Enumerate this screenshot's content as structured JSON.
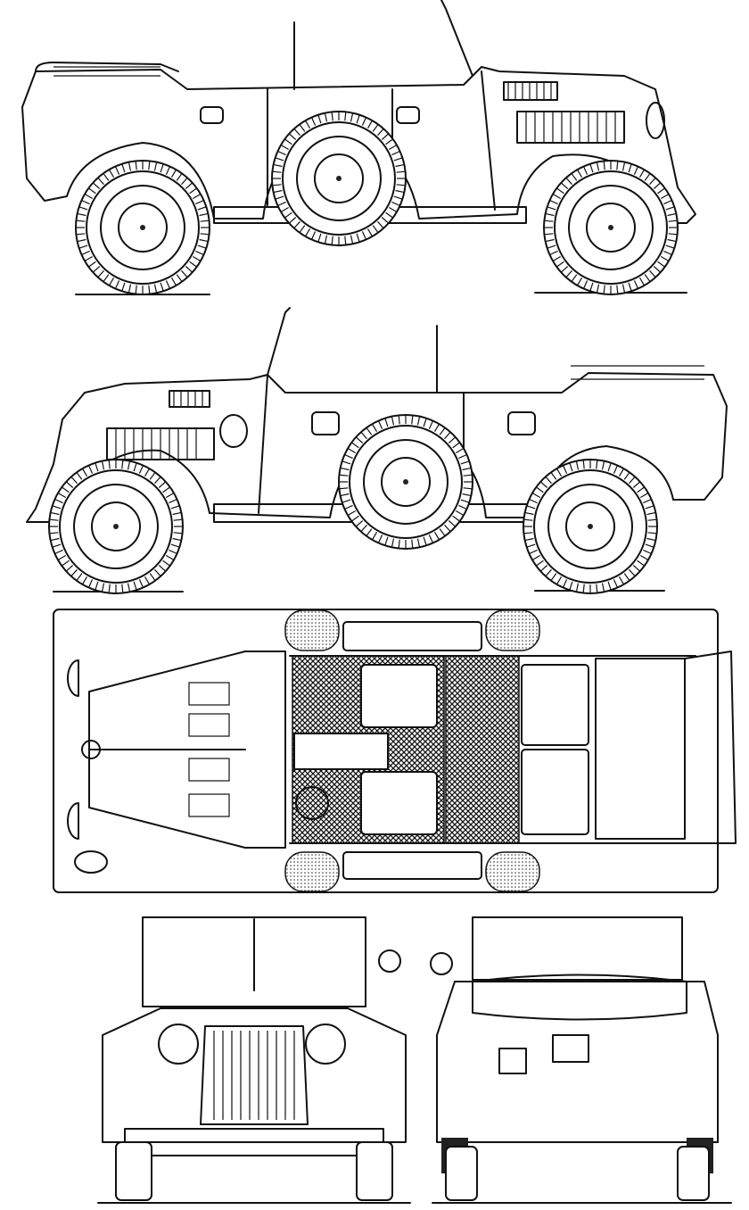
{
  "drawing": {
    "line_color": "#111111",
    "background": "#ffffff",
    "views": [
      "side-left",
      "side-right",
      "top",
      "front",
      "rear"
    ]
  }
}
